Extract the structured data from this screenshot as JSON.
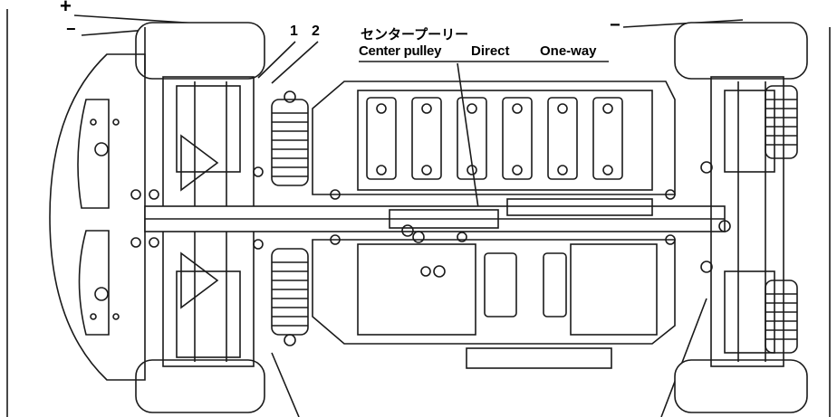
{
  "labels": {
    "plus": "+",
    "minus_left": "−",
    "minus_right": "−",
    "num_1": "1",
    "num_2": "2",
    "center_pulley_jp": "センタープーリー",
    "center_pulley": "Center pulley",
    "direct": "Direct",
    "one_way": "One-way"
  }
}
